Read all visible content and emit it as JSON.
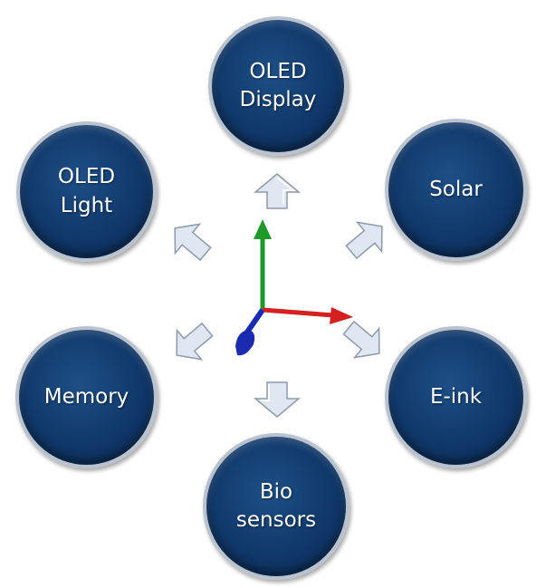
{
  "diagram": {
    "nodes": [
      {
        "id": "oled-display",
        "label": "OLED\nDisplay"
      },
      {
        "id": "oled-light",
        "label": "OLED\nLight"
      },
      {
        "id": "solar",
        "label": "Solar"
      },
      {
        "id": "memory",
        "label": "Memory"
      },
      {
        "id": "e-ink",
        "label": "E-ink"
      },
      {
        "id": "bio-sensors",
        "label": "Bio\nsensors"
      }
    ],
    "axis_colors": {
      "x": "#d42020",
      "y": "#1f9a2a",
      "z": "#1a2bb0"
    },
    "node_color": "#10386a",
    "arrow_color": "#dfe8f2"
  }
}
